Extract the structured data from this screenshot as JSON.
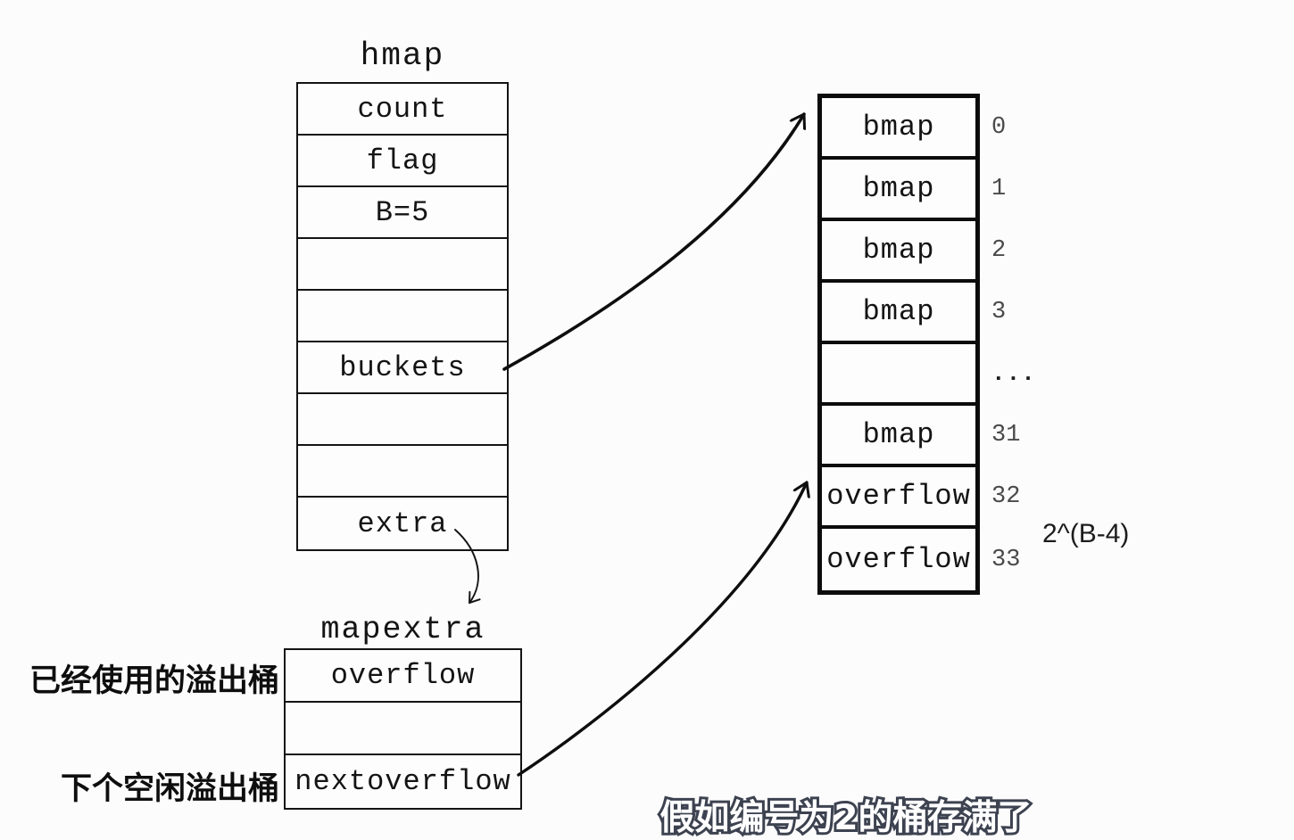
{
  "colors": {
    "ink": "#141414",
    "index_gray": "#4a4a4a",
    "subtitle_fill": "#ffffff",
    "subtitle_outline": "#3d4250"
  },
  "hmap": {
    "title": "hmap",
    "rows": [
      "count",
      "flag",
      "B=5",
      "",
      "",
      "buckets",
      "",
      "",
      "extra"
    ]
  },
  "bucket_array": {
    "rows": [
      {
        "label": "bmap",
        "index": "0"
      },
      {
        "label": "bmap",
        "index": "1"
      },
      {
        "label": "bmap",
        "index": "2"
      },
      {
        "label": "bmap",
        "index": "3"
      },
      {
        "label": "",
        "index": "..."
      },
      {
        "label": "bmap",
        "index": "31"
      },
      {
        "label": "overflow",
        "index": "32"
      },
      {
        "label": "overflow",
        "index": "33"
      }
    ],
    "size_note": "2^(B-4)"
  },
  "mapextra": {
    "title": "mapextra",
    "rows": [
      "overflow",
      "",
      "nextoverflow"
    ],
    "left_labels": {
      "used": "已经使用的溢出桶",
      "next_free": "下个空闲溢出桶"
    }
  },
  "caption": "假如编号为2的桶存满了"
}
